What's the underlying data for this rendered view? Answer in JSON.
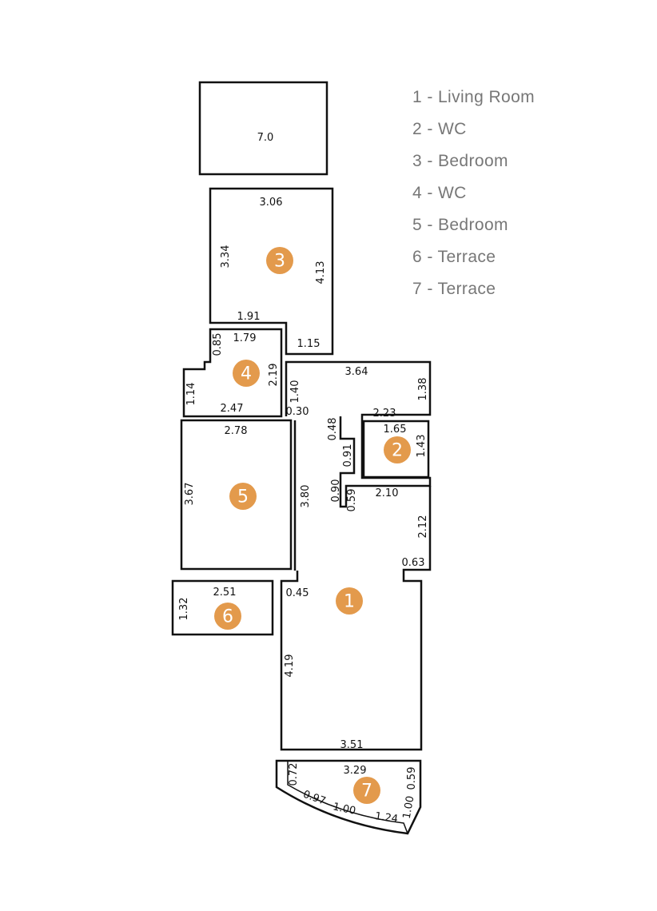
{
  "legend": [
    {
      "num": "1",
      "label": "Living Room",
      "text": "1 - Living Room"
    },
    {
      "num": "2",
      "label": "WC",
      "text": "2 - WC"
    },
    {
      "num": "3",
      "label": "Bedroom",
      "text": "3 - Bedroom"
    },
    {
      "num": "4",
      "label": "WC",
      "text": "4 - WC"
    },
    {
      "num": "5",
      "label": "Bedroom",
      "text": "5 - Bedroom"
    },
    {
      "num": "6",
      "label": "Terrace",
      "text": "6 - Terrace"
    },
    {
      "num": "7",
      "label": "Terrace",
      "text": "7 - Terrace"
    }
  ],
  "rooms": {
    "r1": {
      "number": "1"
    },
    "r2": {
      "number": "2"
    },
    "r3": {
      "number": "3"
    },
    "r4": {
      "number": "4"
    },
    "r5": {
      "number": "5"
    },
    "r6": {
      "number": "6"
    },
    "r7": {
      "number": "7"
    },
    "hatched": {
      "label": "7.0"
    }
  },
  "dims": {
    "r3_top": "3.06",
    "r3_left": "3.34",
    "r3_right": "4.13",
    "r3_bottom": "1.91",
    "r3_step": "1.15",
    "r4_top": "1.79",
    "r4_notch": "0.85",
    "r4_left": "1.14",
    "r4_right": "2.19",
    "r4_bottom": "2.47",
    "hall_top": "3.64",
    "hall_right": "1.38",
    "hall_left": "1.40",
    "hall_gap": "0.30",
    "r2_top": "2.23",
    "r2_inner": "1.65",
    "r2_right": "1.43",
    "r2_n1": "0.48",
    "r2_n2": "0.91",
    "r5_top": "2.78",
    "r5_left": "3.67",
    "r5_right": "3.80",
    "r1_n1": "0.90",
    "r1_n2": "0.59",
    "r1_top": "2.10",
    "r1_right": "2.12",
    "r1_step": "0.63",
    "r1_wall": "0.45",
    "r1_left": "4.19",
    "r1_bottom": "3.51",
    "r6_top": "2.51",
    "r6_left": "1.32",
    "r7_top": "3.29",
    "r7_left": "0.72",
    "r7_right": "0.59",
    "r7_a1": "0.97",
    "r7_a2": "1.00",
    "r7_a3": "1.24",
    "r7_a4": "1.00"
  }
}
